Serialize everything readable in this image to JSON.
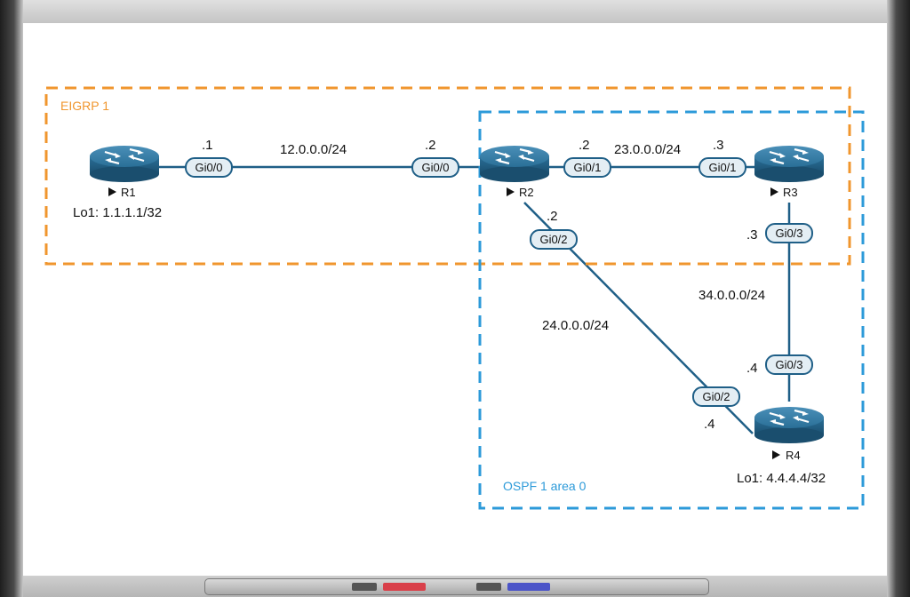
{
  "domains": {
    "eigrp": {
      "label": "EIGRP 1",
      "color": "#f0962e"
    },
    "ospf": {
      "label": "OSPF 1 area 0",
      "color": "#2c9ad9"
    }
  },
  "routers": {
    "r1": {
      "name": "R1",
      "loopback": "Lo1: 1.1.1.1/32"
    },
    "r2": {
      "name": "R2"
    },
    "r3": {
      "name": "R3"
    },
    "r4": {
      "name": "R4",
      "loopback": "Lo1: 4.4.4.4/32"
    }
  },
  "links": {
    "r1_r2": {
      "subnet": "12.0.0.0/24",
      "a_host": ".1",
      "a_iface": "Gi0/0",
      "b_host": ".2",
      "b_iface": "Gi0/0"
    },
    "r2_r3": {
      "subnet": "23.0.0.0/24",
      "a_host": ".2",
      "a_iface": "Gi0/1",
      "b_host": ".3",
      "b_iface": "Gi0/1"
    },
    "r2_r4": {
      "subnet": "24.0.0.0/24",
      "a_host": ".2",
      "a_iface": "Gi0/2",
      "b_host": ".4",
      "b_iface": "Gi0/2"
    },
    "r3_r4": {
      "subnet": "34.0.0.0/24",
      "a_host": ".3",
      "a_iface": "Gi0/3",
      "b_host": ".4",
      "b_iface": "Gi0/3"
    }
  },
  "colors": {
    "link": "#1f5f87",
    "router_body": "#2a6f97",
    "port_fill": "#e4eef4",
    "text": "#111111",
    "marker_red": "#d9404a",
    "marker_blue": "#4b54c8"
  },
  "icons": {
    "router": "router-icon",
    "marker": "play-triangle-icon"
  }
}
